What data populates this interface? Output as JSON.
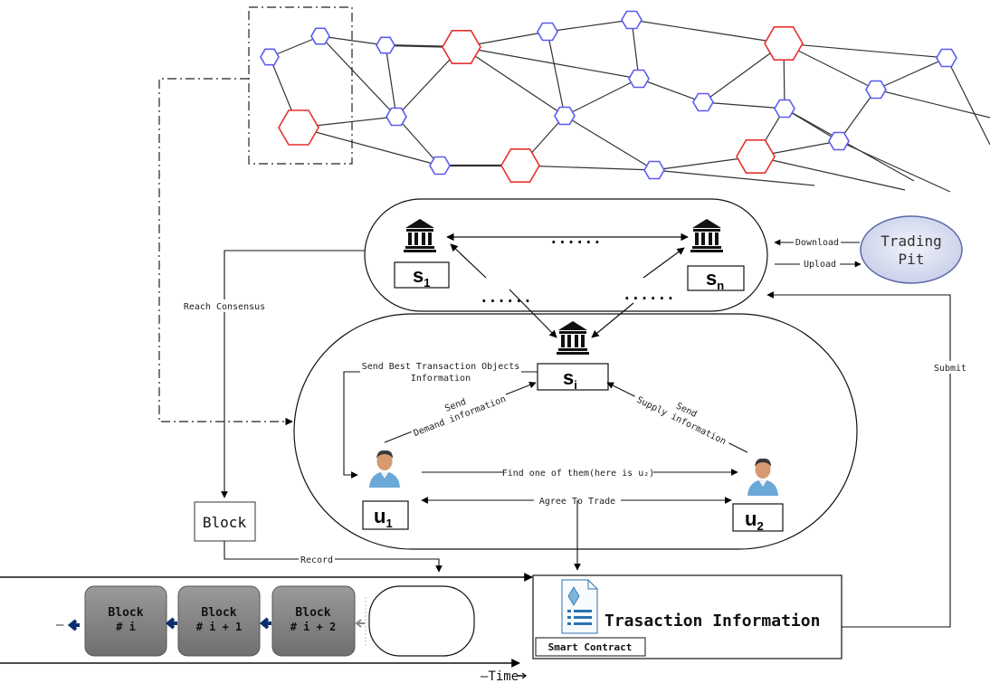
{
  "servers": {
    "s1": {
      "main": "s",
      "sub": "1"
    },
    "sn": {
      "main": "s",
      "sub": "n"
    },
    "si": {
      "main": "s",
      "sub": "i"
    },
    "dots": [
      "......",
      "......",
      "......"
    ]
  },
  "users": {
    "u1": {
      "main": "u",
      "sub": "1"
    },
    "u2": {
      "main": "u",
      "sub": "2"
    }
  },
  "trading_pit": {
    "line1": "Trading",
    "line2": "Pit"
  },
  "labels": {
    "download": "Download",
    "upload": "Upload",
    "reach_consensus": "Reach Consensus",
    "submit": "Submit",
    "send_best_1": "Send Best Transaction Objects",
    "send_best_2": "Information",
    "send_demand_1": "Send",
    "send_demand_2": "Demand information",
    "send_supply_1": "Send",
    "send_supply_2": "Supply information",
    "find_one": "Find one of them(here is u₂)",
    "agree": "Agree To Trade",
    "record": "Record",
    "time": "Time"
  },
  "block_label": "Block",
  "chain_blocks": [
    {
      "line1": "Block",
      "line2": "# i"
    },
    {
      "line1": "Block",
      "line2": "# i + 1"
    },
    {
      "line1": "Block",
      "line2": "# i + 2"
    }
  ],
  "transaction": {
    "title": "Trasaction Information",
    "smart_contract": "Smart Contract"
  },
  "colors": {
    "red_node": "#e53030",
    "blue_node": "#5b5bf0",
    "block_fill": "#8a8a8a",
    "arrow_blue": "#0b2e6e"
  }
}
